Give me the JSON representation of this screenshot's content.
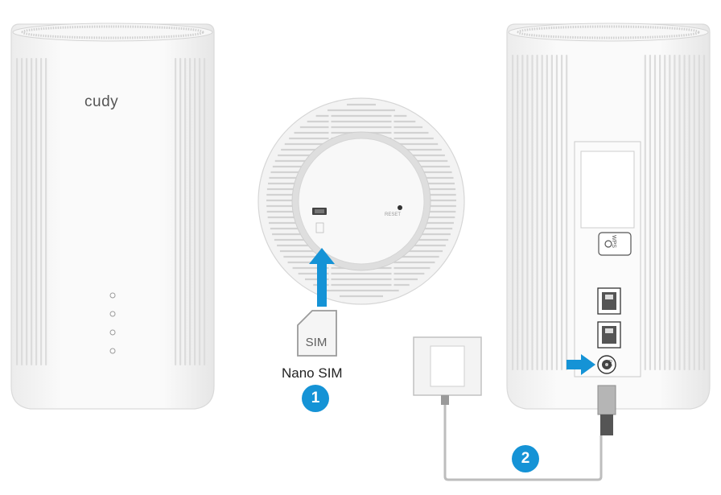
{
  "front_router": {
    "brand": "cudy",
    "indicator_count": 4
  },
  "top_view": {
    "reset_label": "RESET"
  },
  "sim_card": {
    "card_label": "SIM",
    "caption": "Nano SIM"
  },
  "back_router": {
    "wps_label": "WPS",
    "dc_label": "DC"
  },
  "steps": {
    "step1": "1",
    "step2": "2"
  },
  "colors": {
    "accent": "#1593d6",
    "device": "#f4f4f4",
    "outline": "#d0d0d0"
  }
}
